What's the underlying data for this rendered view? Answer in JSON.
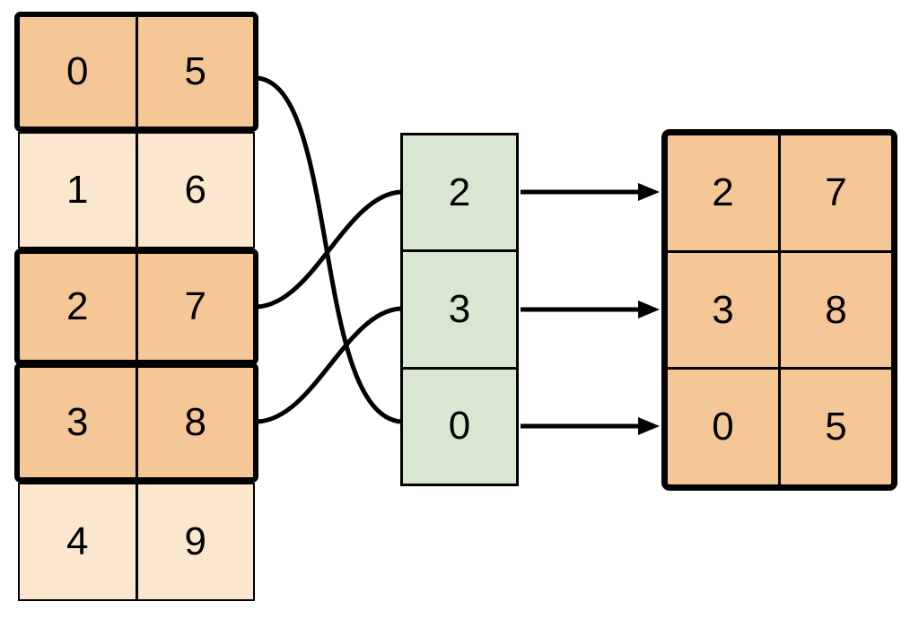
{
  "diagram": {
    "description": "table row selection by index",
    "source_table": {
      "rows": [
        {
          "cells": [
            "0",
            "5"
          ],
          "highlighted": true
        },
        {
          "cells": [
            "1",
            "6"
          ],
          "highlighted": false
        },
        {
          "cells": [
            "2",
            "7"
          ],
          "highlighted": true
        },
        {
          "cells": [
            "3",
            "8"
          ],
          "highlighted": true
        },
        {
          "cells": [
            "4",
            "9"
          ],
          "highlighted": false
        }
      ]
    },
    "index_column": {
      "cells": [
        "2",
        "3",
        "0"
      ]
    },
    "result_table": {
      "rows": [
        [
          "2",
          "7"
        ],
        [
          "3",
          "8"
        ],
        [
          "0",
          "5"
        ]
      ]
    },
    "connections": [
      {
        "from_source_row": 0,
        "to_index_cell": 2
      },
      {
        "from_source_row": 2,
        "to_index_cell": 0
      },
      {
        "from_source_row": 3,
        "to_index_cell": 1
      }
    ],
    "arrows": [
      {
        "from_index_cell": 0,
        "to_result_row": 0
      },
      {
        "from_index_cell": 1,
        "to_result_row": 1
      },
      {
        "from_index_cell": 2,
        "to_result_row": 2
      }
    ],
    "colors": {
      "highlight_fill": "#f6c796",
      "light_fill": "#fbe7ce",
      "index_fill": "#d9e7d2",
      "line_color": "#000000"
    }
  }
}
